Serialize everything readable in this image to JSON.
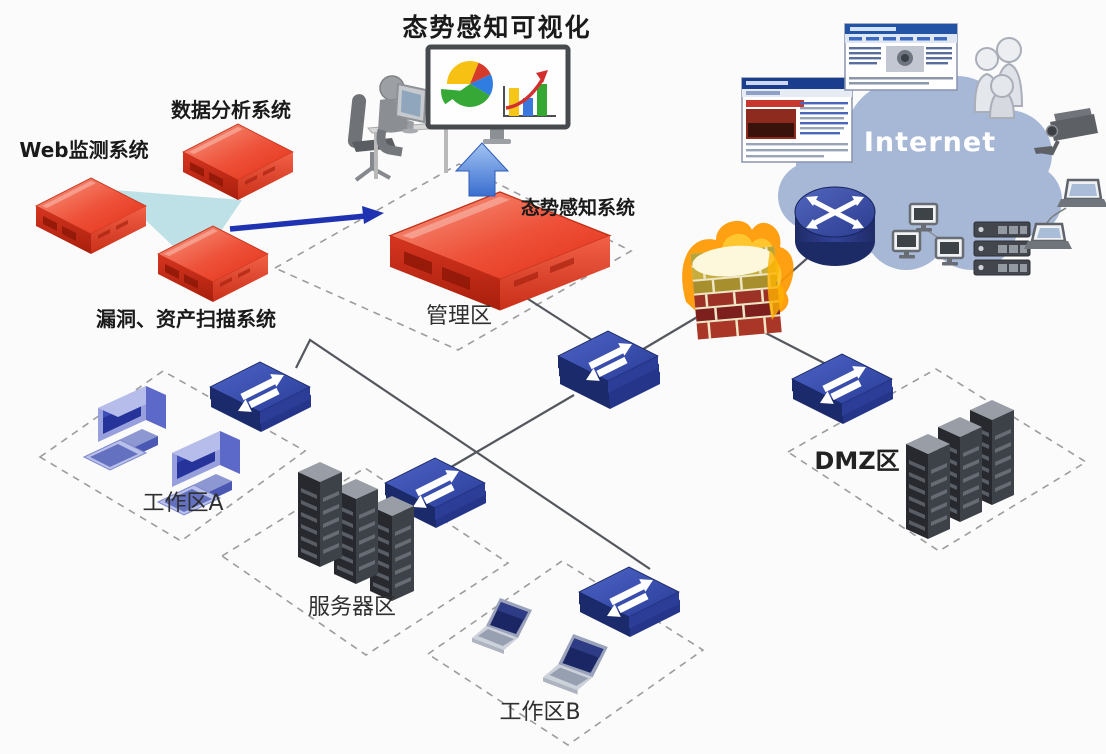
{
  "title": "态势感知可视化",
  "internet_label": "Internet",
  "systems": [
    {
      "id": "web-monitoring",
      "label": "Web监测系统",
      "type": "red-server"
    },
    {
      "id": "data-analysis",
      "label": "数据分析系统",
      "type": "red-server"
    },
    {
      "id": "vuln-asset-scan",
      "label": "漏洞、资产扫描系统",
      "type": "red-server"
    },
    {
      "id": "situation-awareness",
      "label": "态势感知系统",
      "type": "red-server-large"
    }
  ],
  "zones": [
    {
      "id": "management",
      "label": "管理区"
    },
    {
      "id": "work-a",
      "label": "工作区A"
    },
    {
      "id": "servers",
      "label": "服务器区"
    },
    {
      "id": "work-b",
      "label": "工作区B"
    },
    {
      "id": "dmz",
      "label": "DMZ区"
    }
  ],
  "connections": [
    {
      "from": "scanner-systems",
      "to": "situation-awareness-server",
      "style": "blue-arrow"
    },
    {
      "from": "situation-awareness-server",
      "to": "visualization-monitor",
      "style": "blue-up-arrow"
    },
    {
      "from": "situation-awareness-server",
      "to": "core-switch",
      "style": "line"
    },
    {
      "from": "core-switch",
      "to": "firewall",
      "style": "line"
    },
    {
      "from": "firewall",
      "to": "internet-router",
      "style": "line"
    },
    {
      "from": "firewall",
      "to": "dmz-switch",
      "style": "line"
    },
    {
      "from": "core-switch",
      "to": "server-zone-switch",
      "style": "line"
    },
    {
      "from": "work-zone-a-switch",
      "to": "work-zone-b-switch",
      "style": "line"
    }
  ],
  "icons": {
    "dashboard-monitor-icon": "screen with pie chart and rising bar chart",
    "pie-chart-icon": "yellow-red-blue-green pie",
    "bar-chart-icon": "bars with red up arrow",
    "analyst-person-icon": "person seated at desk",
    "red-server-icon": "red isometric appliance box",
    "switch-icon": "blue isometric box with white bidirectional arrows",
    "router-icon": "blue cylinder with crossed white arrows",
    "firewall-icon": "brick wall with flames",
    "internet-cloud-icon": "blue cloud",
    "browser-window-icon": "web page screenshot",
    "users-icon": "group of three figures",
    "cctv-camera-icon": "surveillance camera",
    "desktop-pc-icon": "workstation computer",
    "laptop-icon": "laptop computer",
    "server-rack-icon": "dark server rack cluster",
    "server-stack-icon": "stacked rack units"
  },
  "colors": {
    "server_red": "#e84024",
    "switch_blue": "#2c3e99",
    "router_blue": "#273579",
    "firewall_yellow": "#c6ae3e",
    "firewall_red": "#9c3226",
    "flame_orange": "#ff9800",
    "cloud_blue": "#a7b7d6",
    "link_teal": "#b2dce2",
    "arrow_blue": "#1e32b2",
    "line_gray": "#54585e",
    "dash_gray": "#9c9c9c"
  }
}
